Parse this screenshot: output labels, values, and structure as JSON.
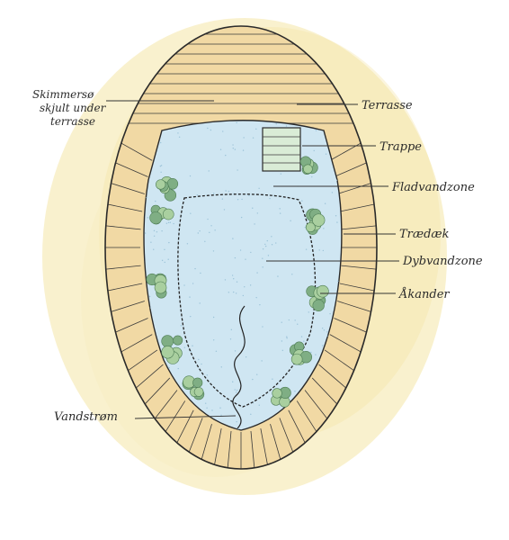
{
  "labels": {
    "skimmer_line1": "Skimmersø",
    "skimmer_line2": "skjult under",
    "skimmer_line3": "terrasse",
    "terrasse": "Terrasse",
    "trappe": "Trappe",
    "fladvandzone": "Fladvandzone",
    "traedaek": "Trædæk",
    "dybvandzone": "Dybvandzone",
    "akander": "Åkander",
    "vandstrom": "Vandstrøm"
  },
  "colors": {
    "background_wash": "#f6eab4",
    "deck": "#f1d9a4",
    "water": "#cfe6f2",
    "plant_dark": "#7fae84",
    "plant_light": "#a9cf9f"
  }
}
